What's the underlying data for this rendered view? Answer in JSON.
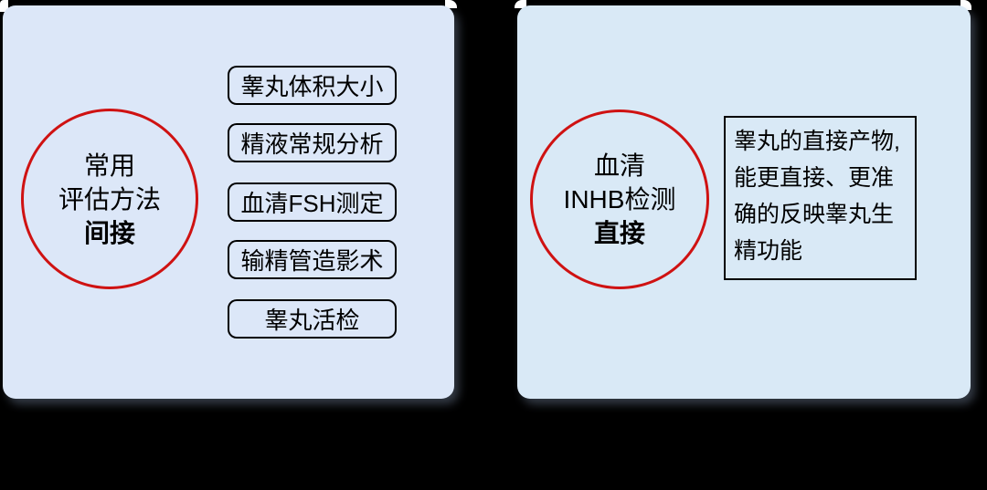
{
  "diagram": {
    "background_color": "#000000",
    "accent_red": "#cf1212",
    "left_panel": {
      "panel_color": "#dce7f8",
      "circle": {
        "line1": "常用",
        "line2": "评估方法",
        "line3": "间接"
      },
      "method_boxes": [
        "睾丸体积大小",
        "精液常规分析",
        "血清FSH测定",
        "输精管造影术",
        "睾丸活检"
      ]
    },
    "right_panel": {
      "panel_color": "#d9e9f6",
      "circle": {
        "line1": "血清",
        "line2": "INHB检测",
        "line3": "直接"
      },
      "note_text": "睾丸的直接产物,\n能更直接、更准\n确的反映睾丸生\n精功能"
    }
  }
}
